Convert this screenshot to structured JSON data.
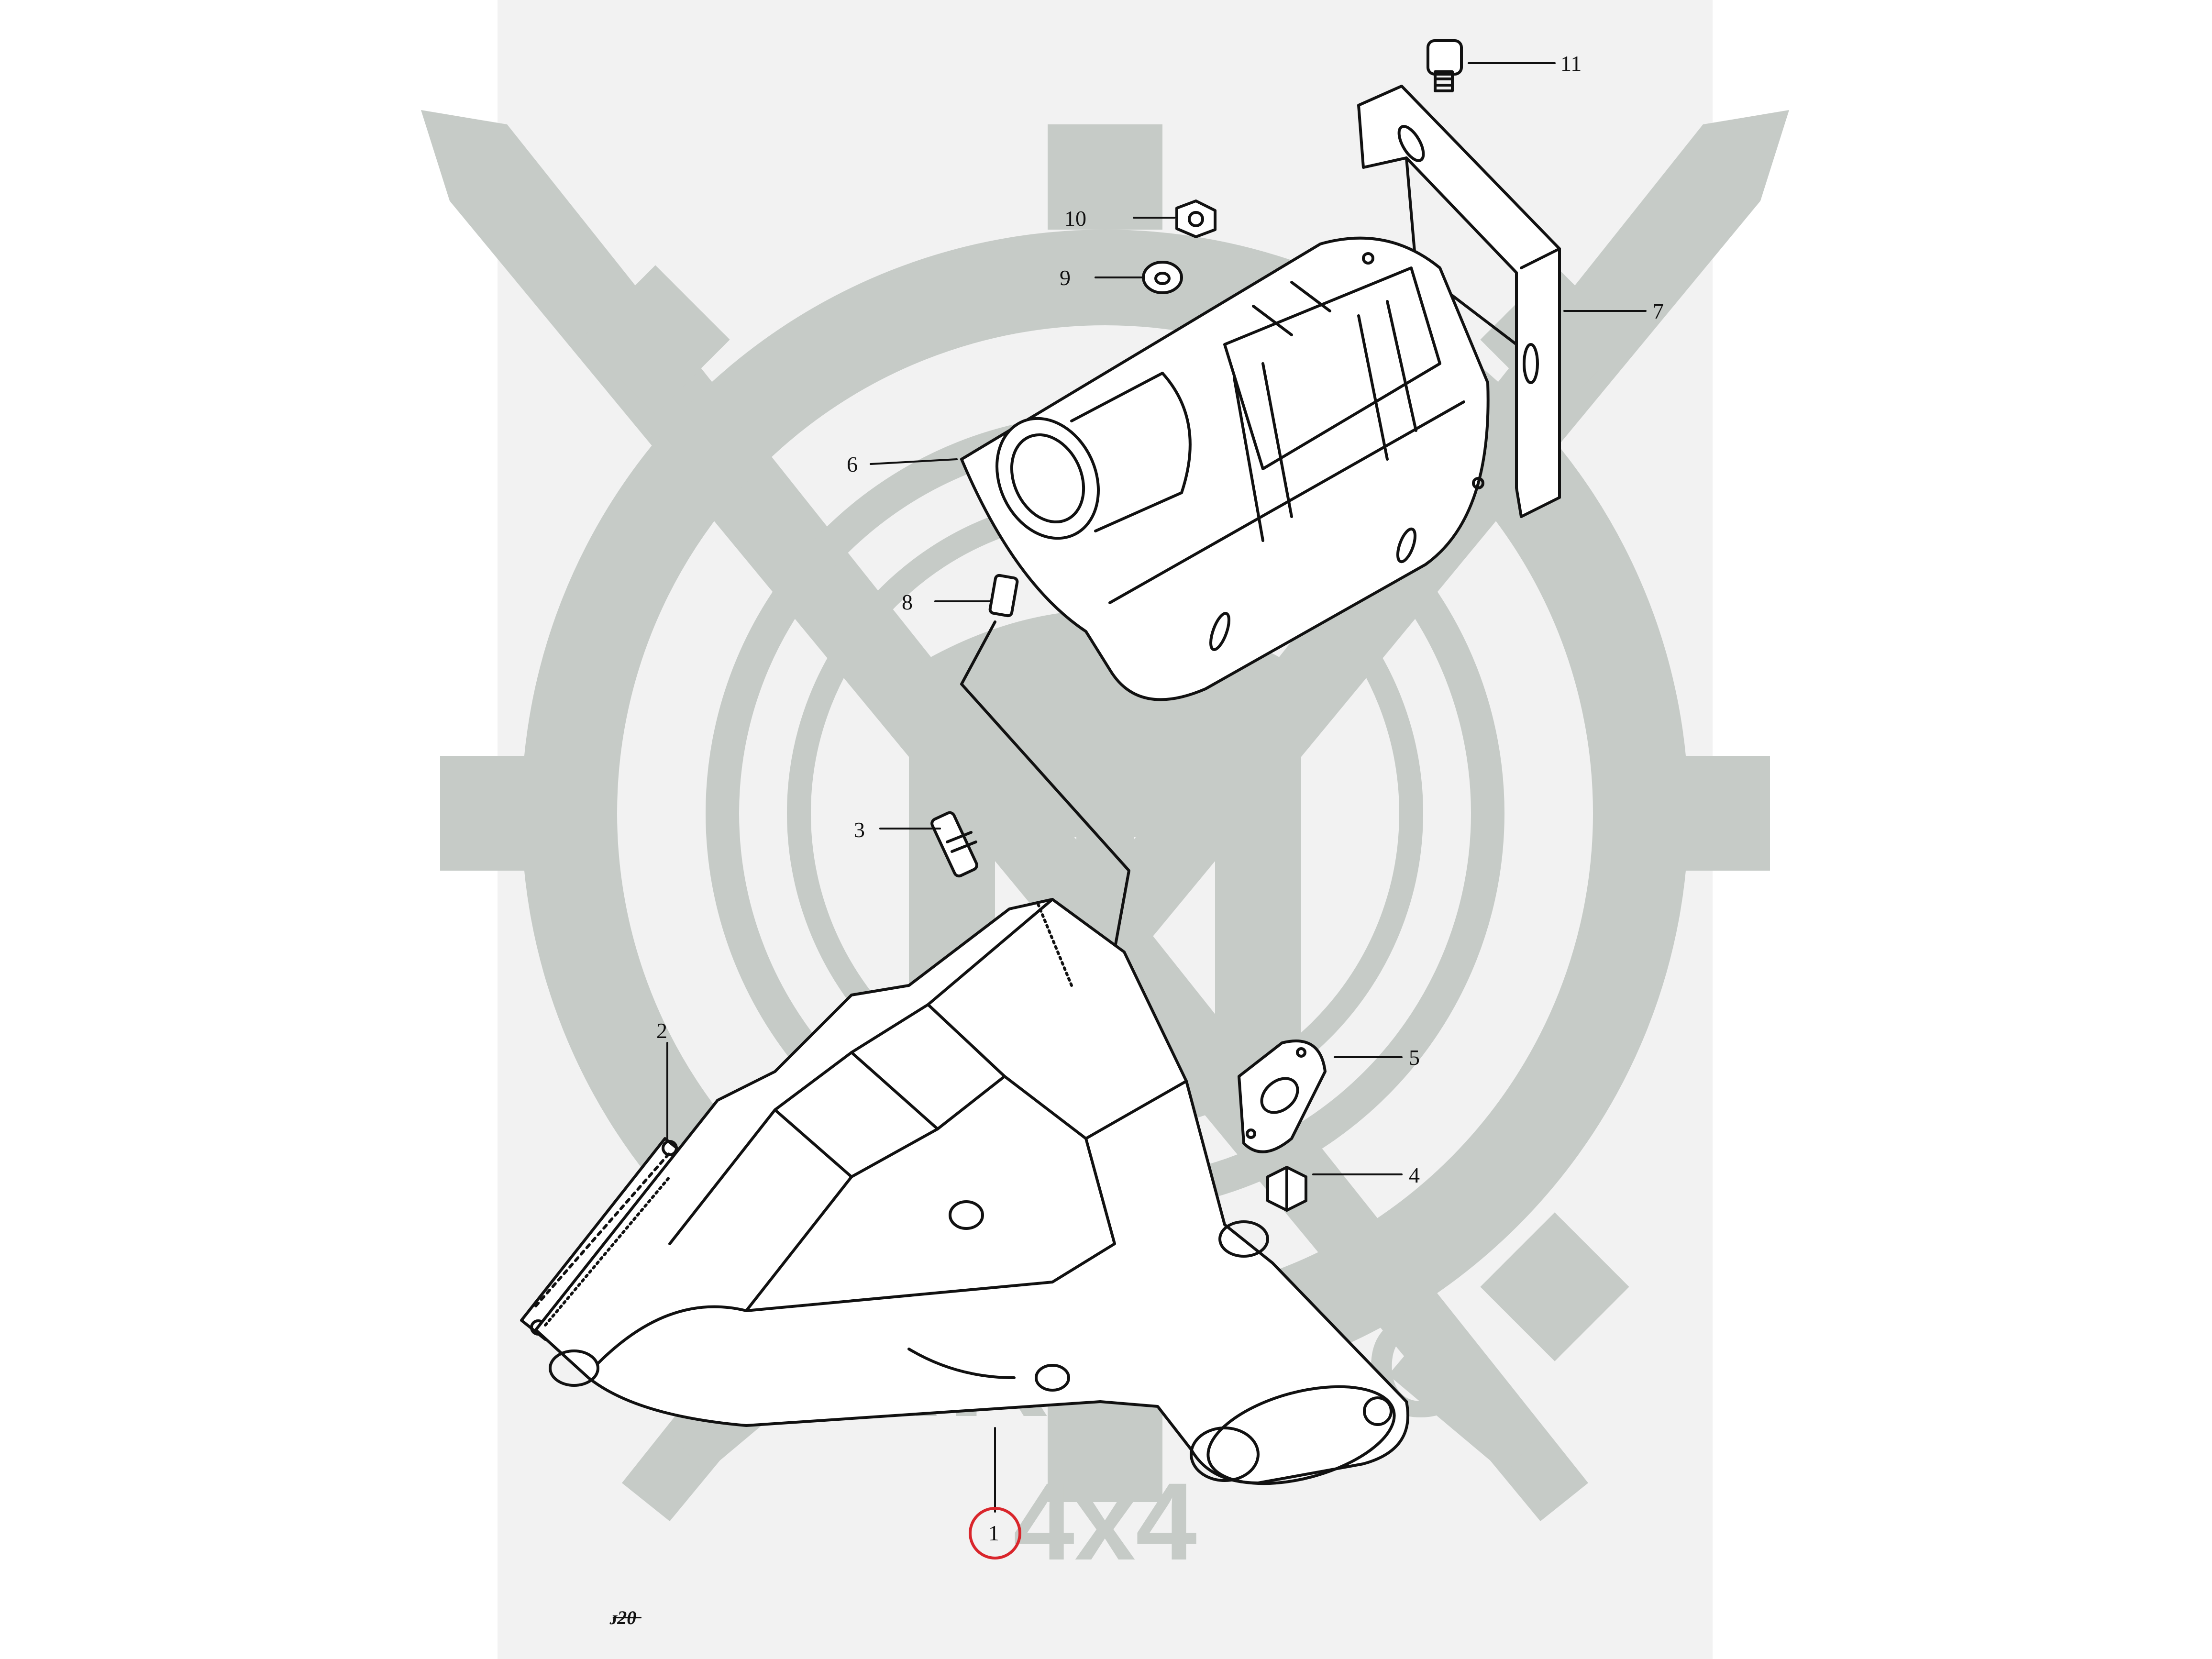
{
  "watermark": {
    "brand": "CARTAGO",
    "sub": "4x4",
    "color": "#c6cbc7"
  },
  "callouts": {
    "c1": "1",
    "c2": "2",
    "c3": "3",
    "c4": "4",
    "c5": "5",
    "c6": "6",
    "c7": "7",
    "c8": "8",
    "c9": "9",
    "c10": "10",
    "c11": "11"
  },
  "highlight": {
    "callout": "1",
    "color": "#d9262c"
  },
  "corner_mark": "ᴊ̶2̶0̶"
}
